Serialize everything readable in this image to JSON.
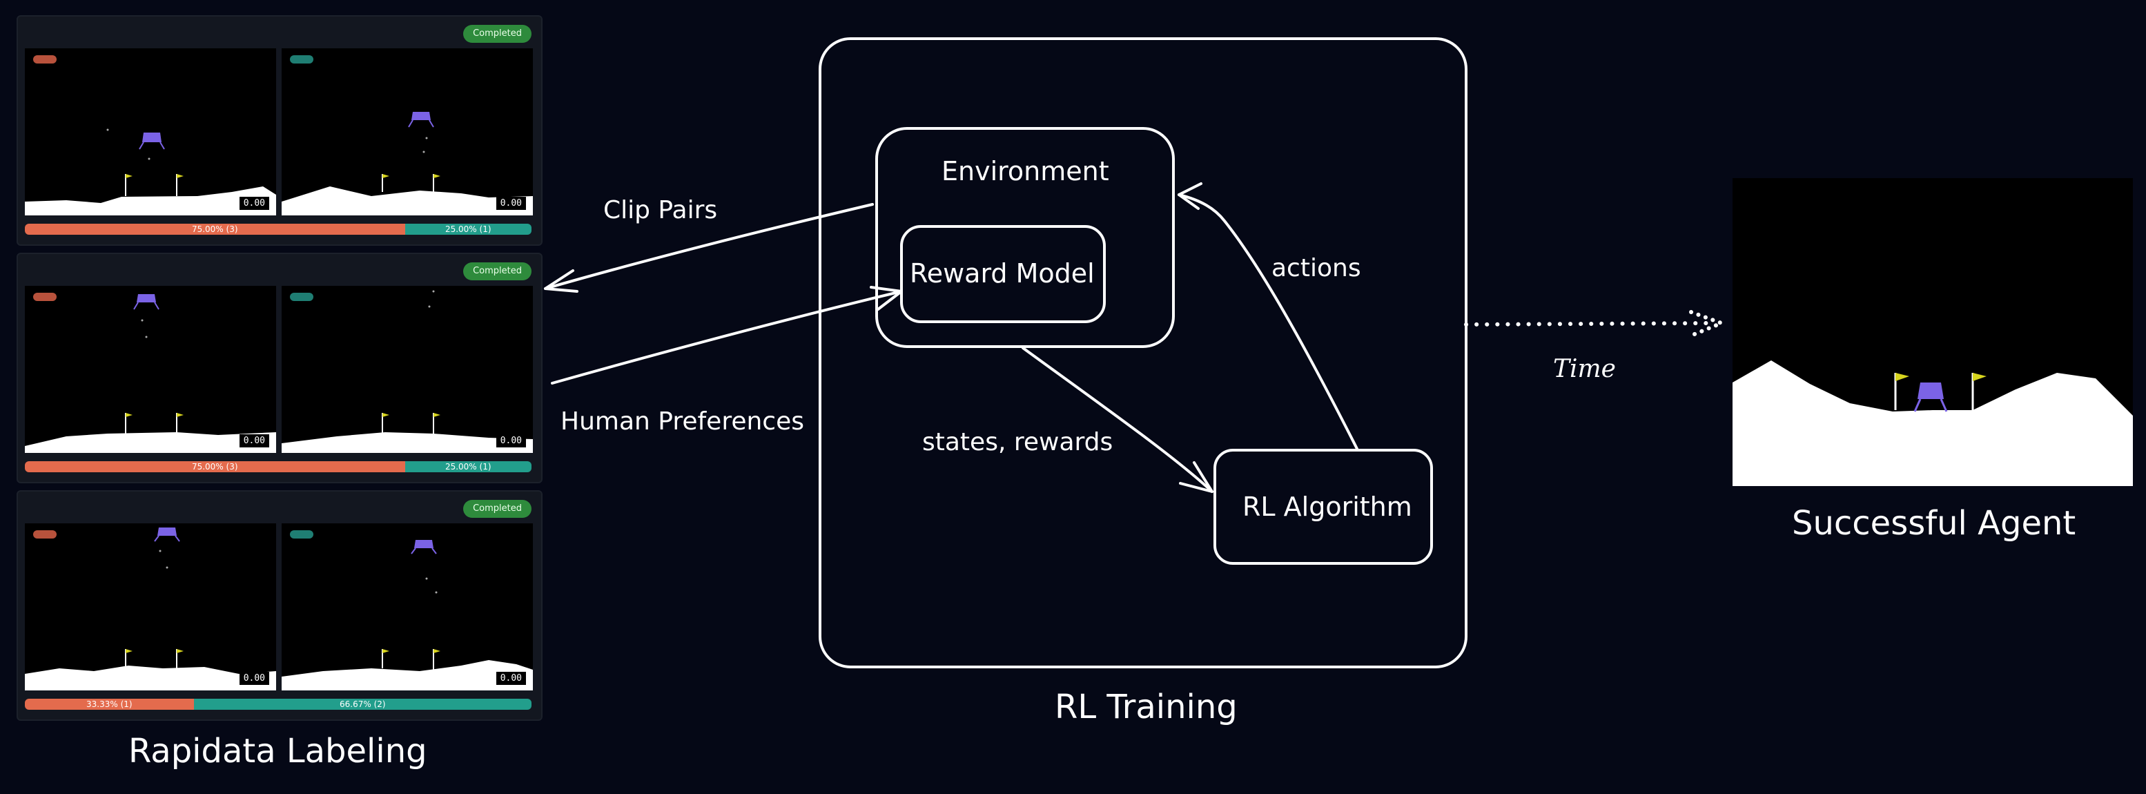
{
  "labeling": {
    "title": "Rapidata Labeling",
    "comparisons": [
      {
        "status": "Completed",
        "left_score": "0.00",
        "right_score": "0.00",
        "left_share": 0.75,
        "left_label": "75.00% (3)",
        "right_label": "25.00% (1)"
      },
      {
        "status": "Completed",
        "left_score": "0.00",
        "right_score": "0.00",
        "left_share": 0.75,
        "left_label": "75.00% (3)",
        "right_label": "25.00% (1)"
      },
      {
        "status": "Completed",
        "left_score": "0.00",
        "right_score": "0.00",
        "left_share": 0.3333,
        "left_label": "33.33% (1)",
        "right_label": "66.67% (2)"
      }
    ]
  },
  "edges": {
    "clip_pairs": "Clip Pairs",
    "human_preferences": "Human Preferences",
    "actions": "actions",
    "states_rewards": "states, rewards",
    "time": "Time"
  },
  "training": {
    "title": "RL Training",
    "environment": "Environment",
    "reward_model": "Reward Model",
    "rl_algorithm": "RL Algorithm"
  },
  "agent": {
    "title": "Successful Agent"
  },
  "colors": {
    "background": "#050816",
    "vote_left": "#e46b4d",
    "vote_right": "#229e8c",
    "badge": "#2e8b3c",
    "lander": "#7b63e6",
    "flag": "#d8d51e"
  }
}
